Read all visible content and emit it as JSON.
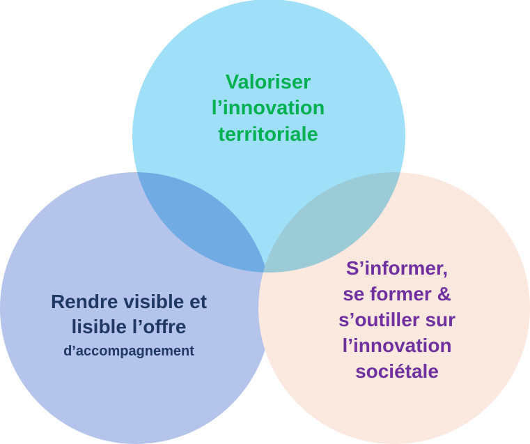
{
  "colors": {
    "top_circle": "#9FE0F8",
    "left_circle": "#B4C4EA",
    "right_circle": "#FBE8DE",
    "top_text": "#00B050",
    "left_text": "#1F3864",
    "right_text": "#7030A0"
  },
  "circles": {
    "top": {
      "lines": [
        "Valoriser",
        "l’innovation",
        "territoriale"
      ]
    },
    "left": {
      "lines": [
        "Rendre visible et",
        "lisible l’offre",
        "d’accompagnement"
      ]
    },
    "right": {
      "lines": [
        "S’informer,",
        "se former &",
        "s’outiller sur",
        "l’innovation",
        "sociétale"
      ]
    }
  }
}
